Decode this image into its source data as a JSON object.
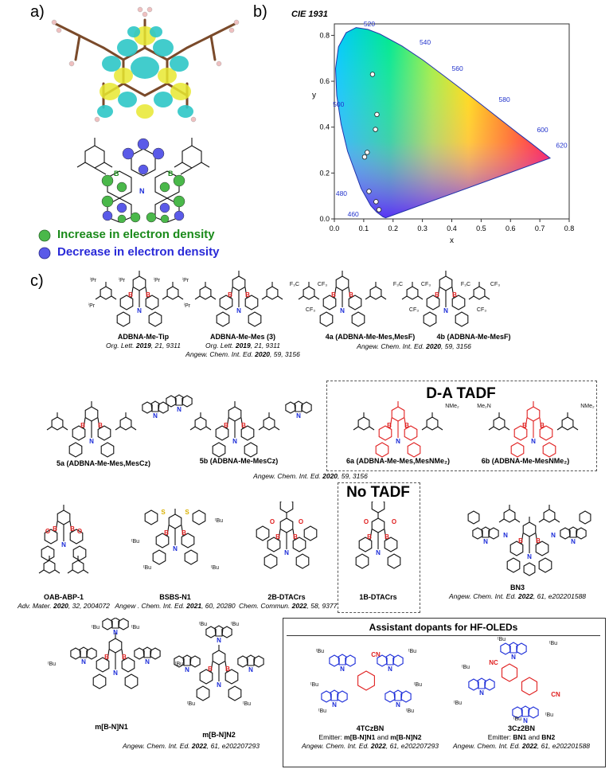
{
  "panels": {
    "a": "a)",
    "b": "b)",
    "c": "c)"
  },
  "legend": {
    "increase": "Increase in electron density",
    "decrease": "Decrease in electron density",
    "increase_color": "#1a8a1a",
    "decrease_color": "#2a2ad8"
  },
  "cie": {
    "title": "CIE 1931",
    "xlabel": "x",
    "ylabel": "y",
    "xticks": [
      "0.0",
      "0.1",
      "0.2",
      "0.3",
      "0.4",
      "0.5",
      "0.6",
      "0.7",
      "0.8"
    ],
    "yticks": [
      "0.0",
      "0.2",
      "0.4",
      "0.6",
      "0.8"
    ],
    "wavelengths": [
      "520",
      "540",
      "560",
      "580",
      "600",
      "620",
      "500",
      "480",
      "460"
    ]
  },
  "chart_data": {
    "type": "scatter",
    "title": "CIE 1931",
    "xlabel": "x",
    "ylabel": "y",
    "xlim": [
      0,
      0.8
    ],
    "ylim": [
      0,
      0.85
    ],
    "series": [
      {
        "values": [
          {
            "x": 0.13,
            "y": 0.63
          },
          {
            "x": 0.145,
            "y": 0.455
          },
          {
            "x": 0.14,
            "y": 0.39
          },
          {
            "x": 0.112,
            "y": 0.29
          },
          {
            "x": 0.103,
            "y": 0.27
          },
          {
            "x": 0.118,
            "y": 0.12
          },
          {
            "x": 0.142,
            "y": 0.075
          },
          {
            "x": 0.152,
            "y": 0.04
          }
        ]
      }
    ]
  },
  "row1": [
    {
      "name": "ADBNA-Me-Tip",
      "ref_journal": "Org. Lett.",
      "ref_year": "2019",
      "ref_rest": ", 21, 9311"
    },
    {
      "name": "ADBNA-Me-Mes (3)",
      "ref_journal": "Org. Lett.",
      "ref_year": "2019",
      "ref_rest": ", 21, 9311",
      "ref2_journal": "Angew. Chem. Int. Ed.",
      "ref2_year": "2020",
      "ref2_rest": ", 59, 3156"
    },
    {
      "name": "4a (ADBNA-Me-Mes,MesF)",
      "ref_journal": "Angew. Chem. Int. Ed.",
      "ref_year": "2020",
      "ref_rest": ", 59, 3156"
    },
    {
      "name": "4b (ADBNA-Me-MesF)"
    }
  ],
  "row2": {
    "box_title": "D-A TADF",
    "items": [
      {
        "name": "5a (ADBNA-Me-Mes,MesCz)"
      },
      {
        "name": "5b (ADBNA-Me-MesCz)"
      },
      {
        "name": "6a (ADBNA-Me-Mes,MesNMe₂)"
      },
      {
        "name": "6b (ADBNA-Me-MesNMe₂)"
      }
    ],
    "ref_journal": "Angew. Chem. Int. Ed.",
    "ref_year": "2020",
    "ref_rest": ", 59, 3156"
  },
  "row3": {
    "box_title": "No TADF",
    "items": [
      {
        "name": "OAB-ABP-1",
        "ref_journal": "Adv. Mater.",
        "ref_year": "2020",
        "ref_rest": ", 32, 2004072"
      },
      {
        "name": "BSBS-N1",
        "ref_journal": "Angew . Chem. Int. Ed.",
        "ref_year": "2021",
        "ref_rest": ", 60, 20280"
      },
      {
        "name": "2B-DTACrs",
        "ref_journal": "Chem. Commun.",
        "ref_year": "2022",
        "ref_rest": ", 58, 9377"
      },
      {
        "name": "1B-DTACrs"
      },
      {
        "name": "BN3",
        "ref_journal": "Angew. Chem. Int. Ed.",
        "ref_year": "2022",
        "ref_rest": ", 61, e202201588"
      }
    ]
  },
  "row4": {
    "items": [
      {
        "name": "m[B-N]N1"
      },
      {
        "name": "m[B-N]N2"
      }
    ],
    "ref_journal": "Angew. Chem. Int. Ed.",
    "ref_year": "2022",
    "ref_rest": ", 61, e202207293"
  },
  "assistant": {
    "title": "Assistant dopants for HF-OLEDs",
    "left": {
      "name": "4TCzBN",
      "emitter_prefix": "Emitter: ",
      "emitter": "m[B-N]N1",
      "and": " and ",
      "emitter2": "m[B-N]N2",
      "ref_journal": "Angew. Chem. Int. Ed.",
      "ref_year": "2022",
      "ref_rest": ", 61, e202207293"
    },
    "right": {
      "name": "3Cz2BN",
      "emitter_prefix": "Emitter: ",
      "emitter": "BN1",
      "and": " and ",
      "emitter2": "BN2",
      "ref_journal": "Angew. Chem. Int. Ed.",
      "ref_year": "2022",
      "ref_rest": ", 61, e202201588"
    }
  },
  "atoms": {
    "B": "B",
    "N": "N",
    "O": "O",
    "S": "S",
    "CN": "CN",
    "NC": "NC",
    "iPr": "ⁱPr",
    "tBu": "ᵗBu",
    "CF3": "CF₃",
    "F3C": "F₃C",
    "NMe2": "NMe₂",
    "Me2N": "Me₂N"
  }
}
